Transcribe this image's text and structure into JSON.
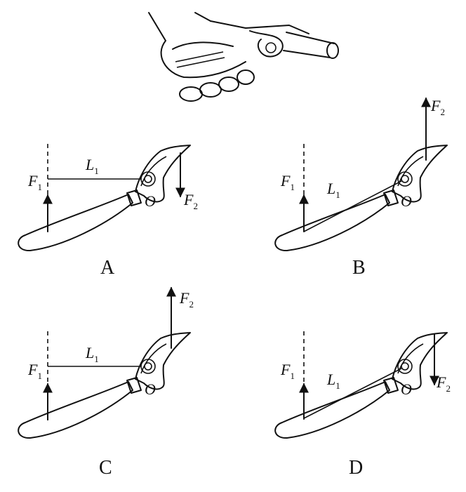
{
  "labels": {
    "force1": "F",
    "force1_sub": "1",
    "force2": "F",
    "force2_sub": "2",
    "arm": "L",
    "arm_sub": "1",
    "pivot": "O"
  },
  "options": [
    {
      "caption": "A"
    },
    {
      "caption": "B"
    },
    {
      "caption": "C"
    },
    {
      "caption": "D"
    }
  ]
}
